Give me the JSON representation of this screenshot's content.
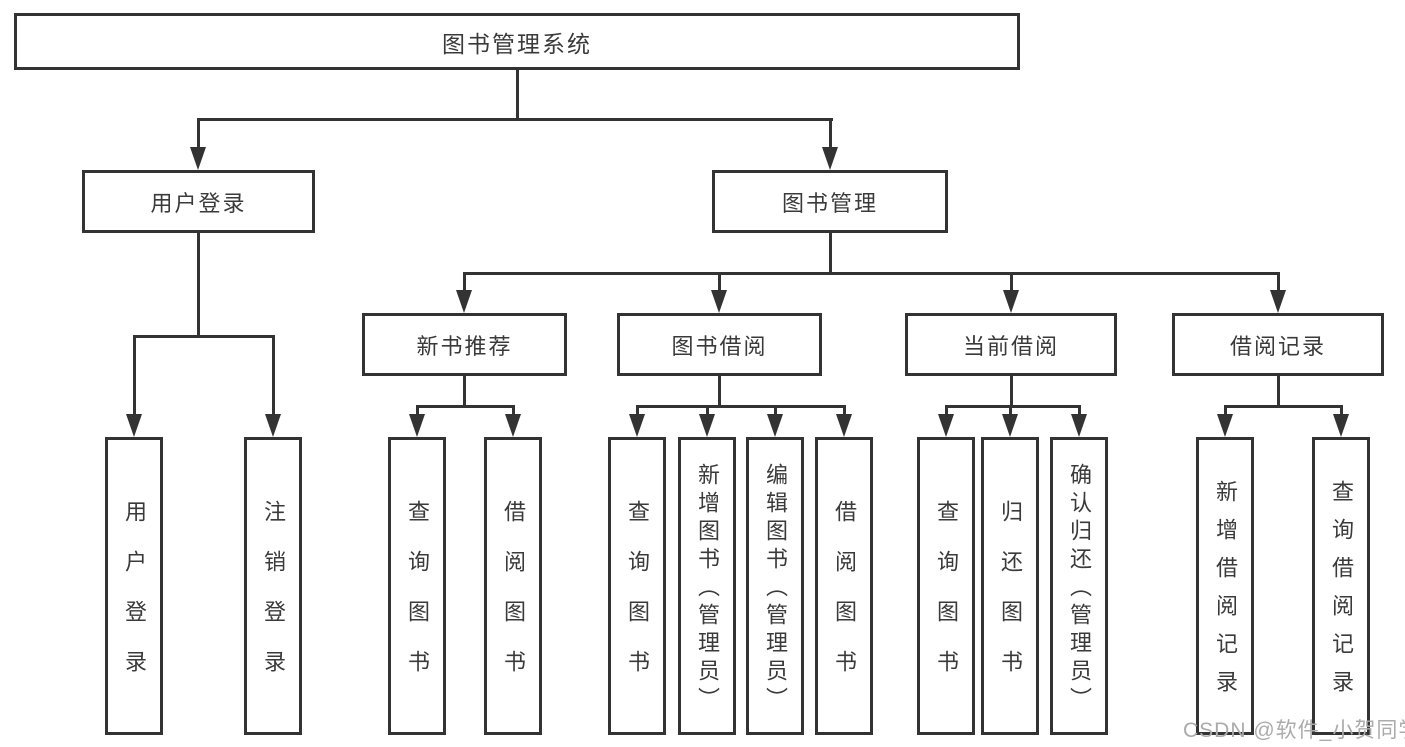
{
  "diagram": {
    "colors": {
      "line": "#333333",
      "text": "#3a3a3a",
      "bg": "#ffffff",
      "watermark": "#ababab"
    },
    "nodes": {
      "root": {
        "label": "图书管理系统"
      },
      "userLogin": {
        "label": "用户登录"
      },
      "bookMgmt": {
        "label": "图书管理"
      },
      "newBookRec": {
        "label": "新书推荐"
      },
      "bookBorrow": {
        "label": "图书借阅"
      },
      "currentBorrow": {
        "label": "当前借阅"
      },
      "borrowRecords": {
        "label": "借阅记录"
      },
      "leafUserLogin": {
        "label": "用户登录"
      },
      "leafLogout": {
        "label": "注销登录"
      },
      "leafQueryBooks1": {
        "label": "查询图书"
      },
      "leafBorrowBooks1": {
        "label": "借阅图书"
      },
      "leafQueryBooks2": {
        "label": "查询图书"
      },
      "leafAddBook": {
        "label": "新增图书（管理员）"
      },
      "leafEditBook": {
        "label": "编辑图书（管理员）"
      },
      "leafBorrowBooks2": {
        "label": "借阅图书"
      },
      "leafQueryBooks3": {
        "label": "查询图书"
      },
      "leafReturnBook": {
        "label": "归还图书"
      },
      "leafConfirmReturn": {
        "label": "确认归还（管理员）"
      },
      "leafAddRecord": {
        "label": "新增借阅记录"
      },
      "leafQueryRecord": {
        "label": "查询借阅记录"
      }
    }
  },
  "watermark": {
    "text": "CSDN @软件_小贺同学"
  }
}
